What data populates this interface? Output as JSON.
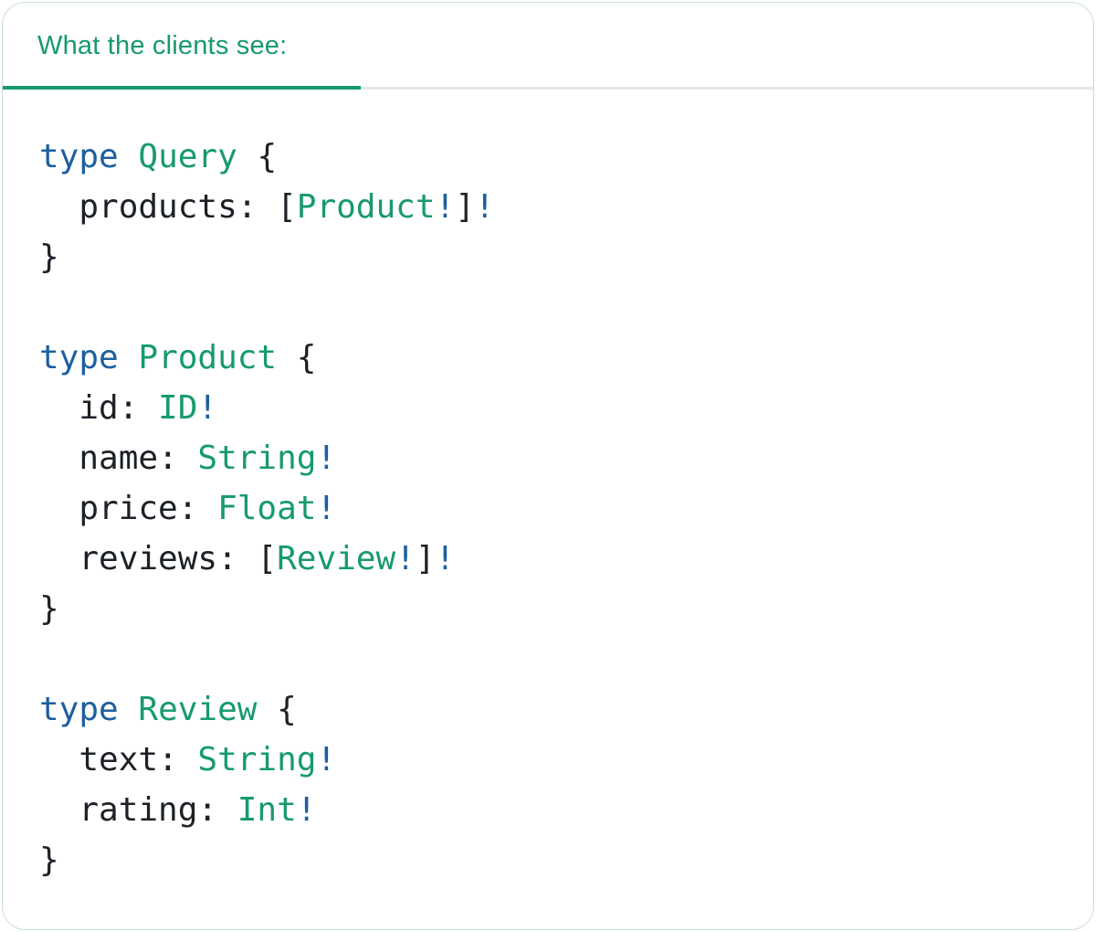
{
  "card": {
    "tab": {
      "label": "What the clients see:",
      "active": true
    }
  },
  "code": {
    "language": "graphql",
    "lines": [
      [
        [
          "kw",
          "type"
        ],
        [
          "plain",
          " "
        ],
        [
          "type",
          "Query"
        ],
        [
          "plain",
          " {"
        ]
      ],
      [
        [
          "plain",
          "  products: "
        ],
        [
          "punct",
          "["
        ],
        [
          "type",
          "Product"
        ],
        [
          "bang",
          "!"
        ],
        [
          "punct",
          "]"
        ],
        [
          "bang",
          "!"
        ]
      ],
      [
        [
          "plain",
          "}"
        ]
      ],
      [],
      [
        [
          "kw",
          "type"
        ],
        [
          "plain",
          " "
        ],
        [
          "type",
          "Product"
        ],
        [
          "plain",
          " {"
        ]
      ],
      [
        [
          "plain",
          "  id: "
        ],
        [
          "type",
          "ID"
        ],
        [
          "bang",
          "!"
        ]
      ],
      [
        [
          "plain",
          "  name: "
        ],
        [
          "type",
          "String"
        ],
        [
          "bang",
          "!"
        ]
      ],
      [
        [
          "plain",
          "  price: "
        ],
        [
          "type",
          "Float"
        ],
        [
          "bang",
          "!"
        ]
      ],
      [
        [
          "plain",
          "  reviews: "
        ],
        [
          "punct",
          "["
        ],
        [
          "type",
          "Review"
        ],
        [
          "bang",
          "!"
        ],
        [
          "punct",
          "]"
        ],
        [
          "bang",
          "!"
        ]
      ],
      [
        [
          "plain",
          "}"
        ]
      ],
      [],
      [
        [
          "kw",
          "type"
        ],
        [
          "plain",
          " "
        ],
        [
          "type",
          "Review"
        ],
        [
          "plain",
          " {"
        ]
      ],
      [
        [
          "plain",
          "  text: "
        ],
        [
          "type",
          "String"
        ],
        [
          "bang",
          "!"
        ]
      ],
      [
        [
          "plain",
          "  rating: "
        ],
        [
          "type",
          "Int"
        ],
        [
          "bang",
          "!"
        ]
      ],
      [
        [
          "plain",
          "}"
        ]
      ]
    ]
  },
  "colors": {
    "accent_teal": "#179a6c",
    "keyword_blue": "#1c5f9f",
    "code_text": "#1c2127",
    "tab_divider": "#e5e6e6",
    "card_border": "#cbe0d3",
    "background": "#ffffff"
  }
}
